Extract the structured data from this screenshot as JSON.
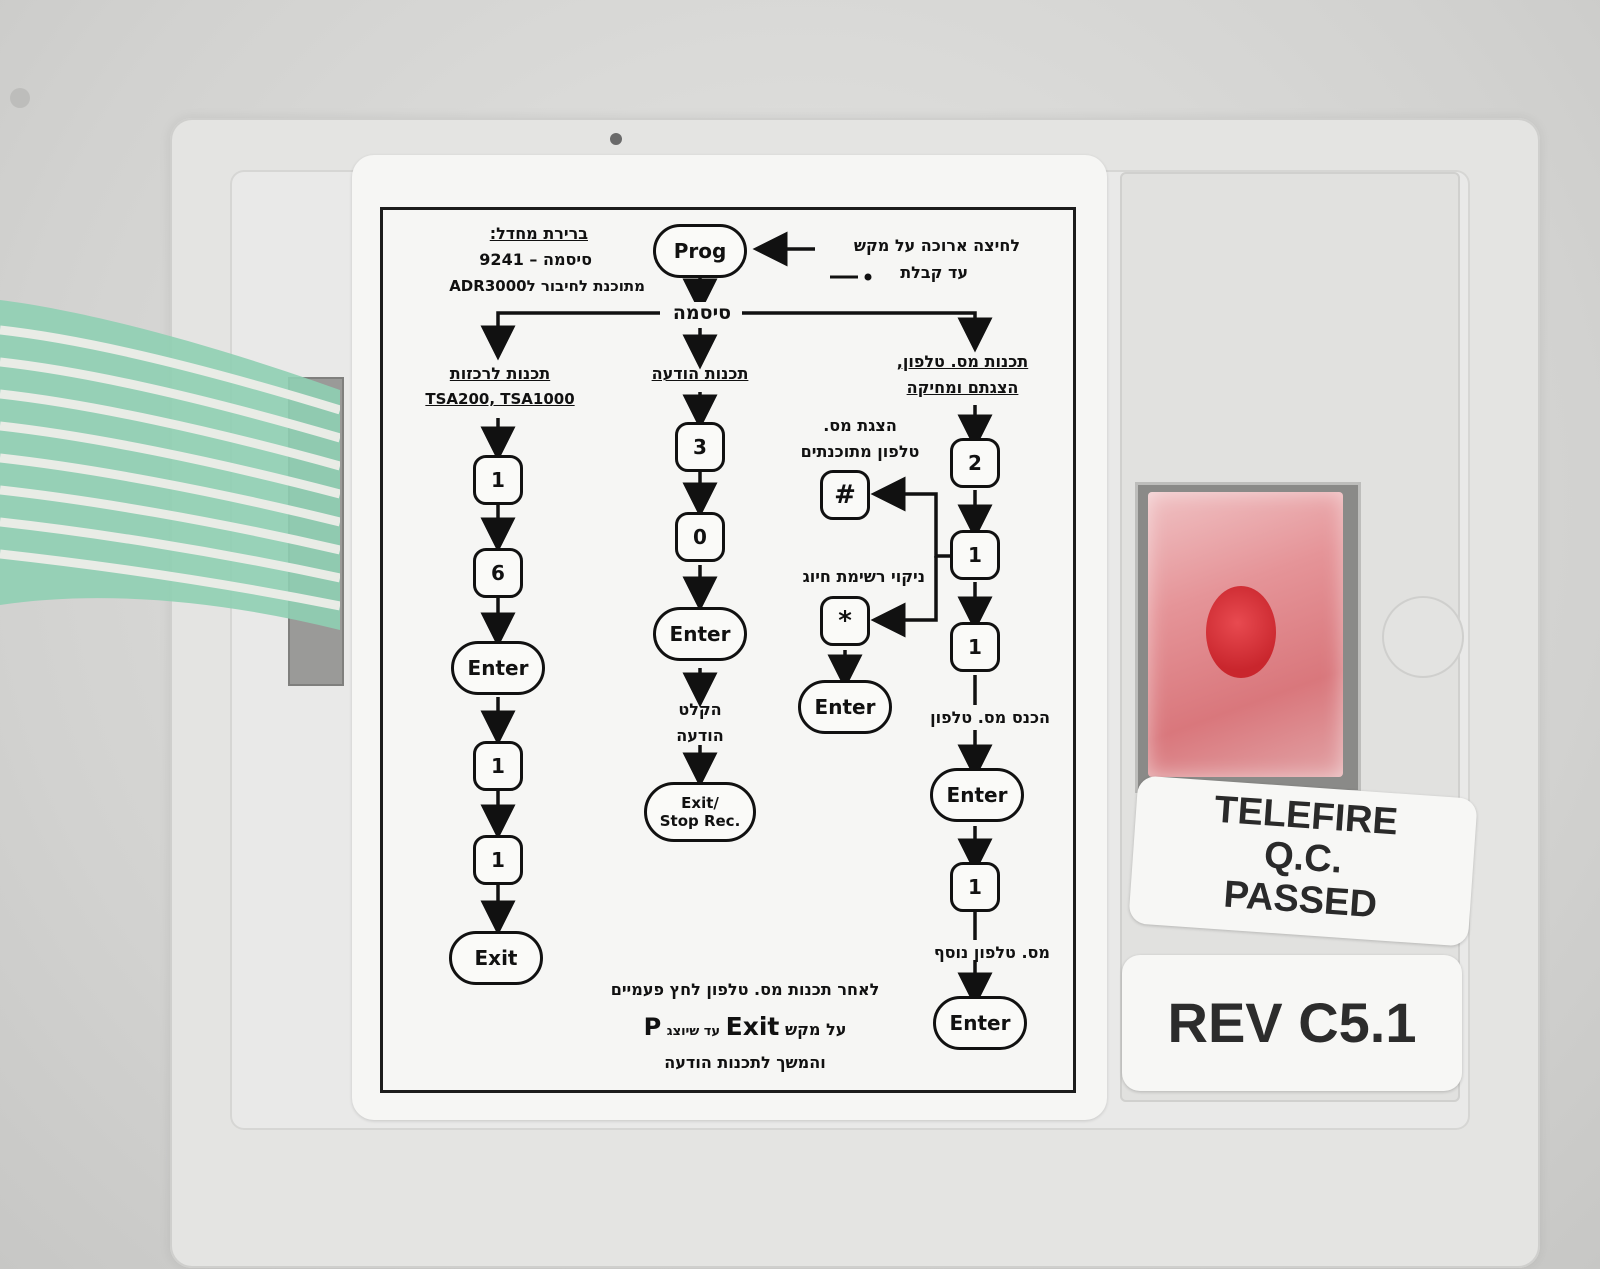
{
  "panel_label": {
    "default_title": "ברירת מחדל:",
    "default_password": "סיסמה – 9241",
    "default_adr": "מתוכנת לחיבור לADR3000",
    "long_press_line1": "לחיצה ארוכה על מקש",
    "long_press_line2": "עד קבלת",
    "password": "סיסמה",
    "col_left_title_1": "תכנות לרכזות",
    "col_left_title_2": "TSA200, TSA1000",
    "col_mid_title": "תכנות הודעה",
    "col_right_title_1": "תכנות מס. טלפון,",
    "col_right_title_2": "הצגתם ומחיקה",
    "show_numbers_1": "הצגת מס.",
    "show_numbers_2": "טלפון מתוכנתים",
    "clear_list": "ניקוי רשימת חיוג",
    "enter_number": "הכנס מס. טלפון",
    "record_1": "הקלט",
    "record_2": "הודעה",
    "additional_number": "מס. טלפון נוסף",
    "footer_1": "לאחר תכנות מס. טלפון לחץ פעמיים",
    "footer_2_pre": "על מקש",
    "footer_2_exit": "Exit",
    "footer_2_post": "עד שיוצג",
    "footer_2_p": "P",
    "footer_3": "והמשך לתכנות הודעה"
  },
  "keys": {
    "prog": "Prog",
    "left": [
      "1",
      "6",
      "Enter",
      "1",
      "1",
      "Exit"
    ],
    "mid": [
      "3",
      "0",
      "Enter"
    ],
    "mid_exit_1": "Exit/",
    "mid_exit_2": "Stop Rec.",
    "right": [
      "2",
      "1",
      "1",
      "Enter",
      "1",
      "Enter"
    ],
    "hash": "#",
    "star": "*",
    "branch_enter": "Enter"
  },
  "stickers": {
    "qc_line1": "TELEFIRE",
    "qc_line2": "Q.C.",
    "qc_line3": "PASSED",
    "revision": "REV C5.1"
  },
  "colors": {
    "led_lens": "#e59498",
    "led_dot": "#c9262d",
    "ribbon_cable": "#8fcfb3",
    "housing": "#d9d9d7"
  }
}
